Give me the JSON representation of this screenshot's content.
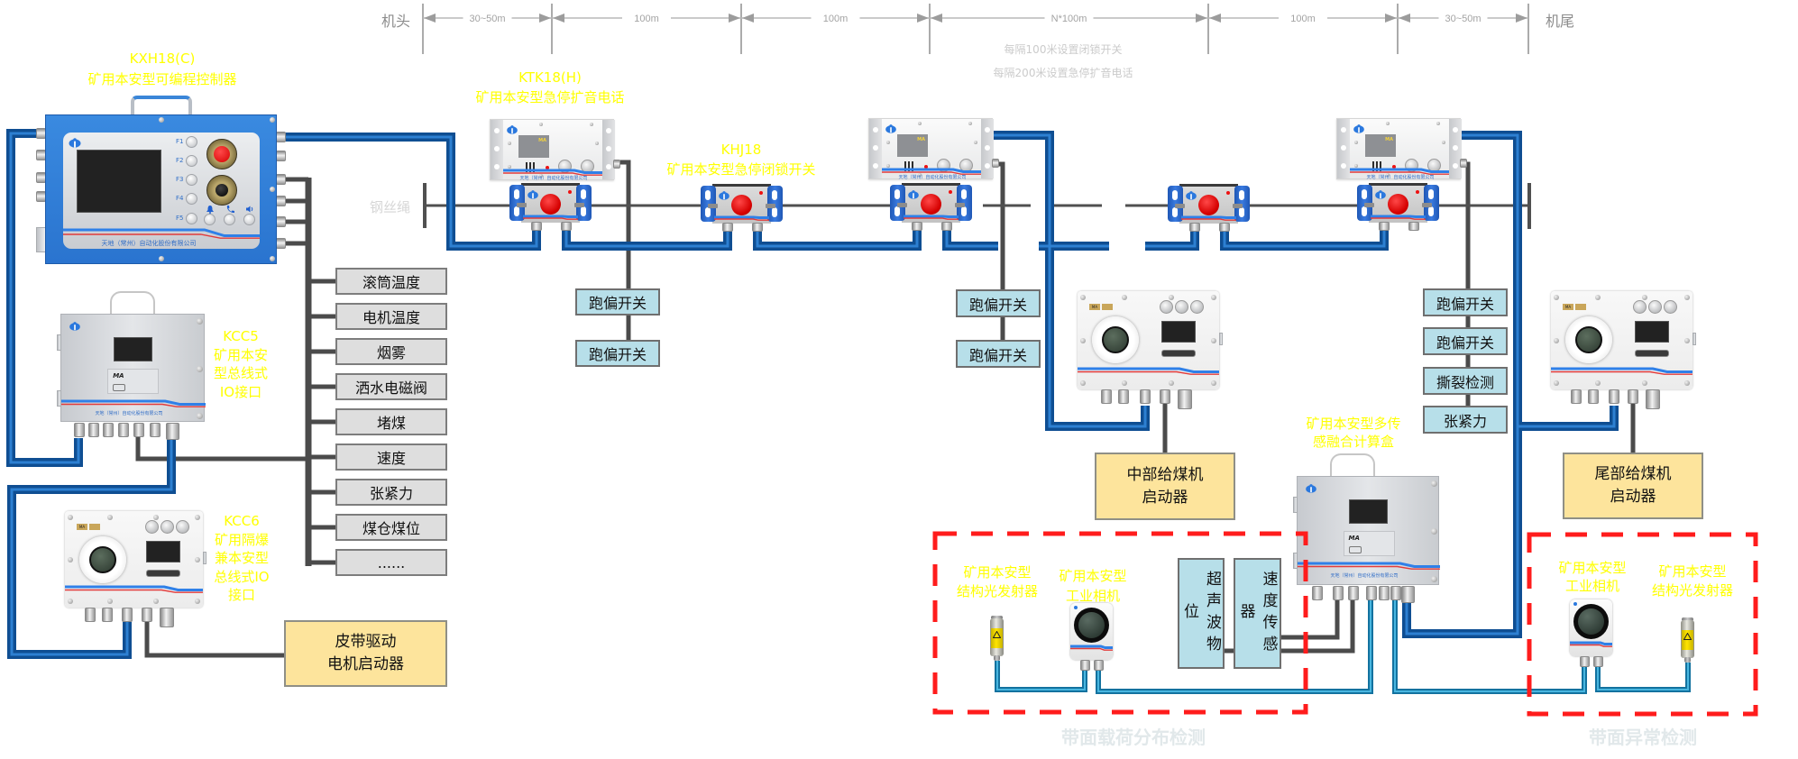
{
  "diagram": {
    "head_label": "机头",
    "tail_label": "机尾",
    "segments": [
      "30~50m",
      "100m",
      "100m",
      "N*100m",
      "100m",
      "30~50m"
    ],
    "notes": [
      "每隔100米设置闭锁开关",
      "每隔200米设置急停扩音电话"
    ],
    "rope_label": "钢丝绳"
  },
  "controller": {
    "model": "KXH18(C)",
    "name": "矿用本安型可编程控制器",
    "function_keys": [
      "F1",
      "F2",
      "F3",
      "F4",
      "F5"
    ]
  },
  "phone": {
    "model": "KTK18(H)",
    "name": "矿用本安型急停扩音电话"
  },
  "lock_switch": {
    "model": "KHJ18",
    "name": "矿用本安型急停闭锁开关"
  },
  "kcc5": {
    "lines": [
      "KCC5",
      "矿用本安",
      "型总线式",
      "IO接口"
    ]
  },
  "kcc6": {
    "lines": [
      "KCC6",
      "矿用隔爆",
      "兼本安型",
      "总线式IO",
      "接口"
    ]
  },
  "compute_box": {
    "lines": [
      "矿用本安型多传",
      "感融合计算盒"
    ]
  },
  "company": "天地（常州）自动化股份有限公司",
  "ma_mark": "MA",
  "head_sensors": [
    "滚筒温度",
    "电机温度",
    "烟雾",
    "洒水电磁阀",
    "堵煤",
    "速度",
    "张紧力",
    "煤仓煤位",
    "......"
  ],
  "deviation_switch": "跑偏开关",
  "tail_sensors": [
    "跑偏开关",
    "跑偏开关",
    "撕裂检测",
    "张紧力"
  ],
  "load_sensors": [
    "超声波物位",
    "速度传感器"
  ],
  "starters": {
    "belt_drive": [
      "皮带驱动",
      "电机启动器"
    ],
    "mid_feeder": [
      "中部给煤机",
      "启动器"
    ],
    "tail_feeder": [
      "尾部给煤机",
      "启动器"
    ]
  },
  "load_detection": {
    "title": "带面载荷分布检测",
    "emitter": [
      "矿用本安型",
      "结构光发射器"
    ],
    "camera": [
      "矿用本安型",
      "工业相机"
    ]
  },
  "anomaly_detection": {
    "title": "带面异常检测",
    "camera": [
      "矿用本安型",
      "工业相机"
    ],
    "emitter": [
      "矿用本安型",
      "结构光发射器"
    ]
  },
  "colors": {
    "label_yellow": "#ffff00",
    "bus_cable_blue": "#0f4e92",
    "camera_cable_blue": "#13729f",
    "signal_cable_gray": "#4b4b4b",
    "zone_dash_red": "#ff1c1c",
    "starter_fill": "#fde49c",
    "sensor_fill": "#b7dfe9",
    "list_fill": "#dedede",
    "controller_blue": "#2f7fd8"
  }
}
